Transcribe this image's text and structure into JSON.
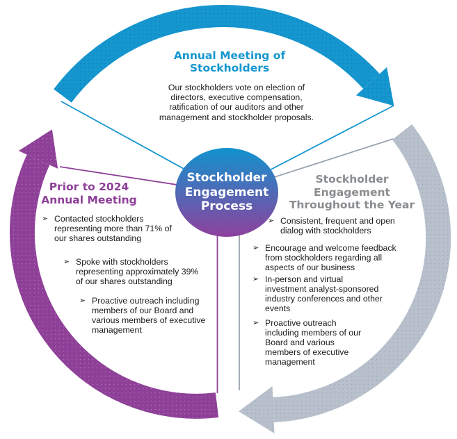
{
  "diagram_title": "Stockholder Engagement Process",
  "bullet_glyph": "➢",
  "colors": {
    "blue": "#1596CF",
    "purple": "#8E4098",
    "gray_band": "#B8C1CB",
    "gray_line": "#9AA3AC",
    "gray_heading": "#8A8D90",
    "body_text": "#1A1A1A",
    "circle_gradient_top": "#1193CE",
    "circle_gradient_bottom": "#8F419E"
  },
  "center": {
    "label": "Stockholder\nEngagement\nProcess"
  },
  "sections": {
    "top": {
      "heading": "Annual Meeting of\nStockholders",
      "body": "Our stockholders vote on election of\ndirectors, executive compensation,\nratification of our auditors and other\nmanagement and stockholder proposals."
    },
    "left": {
      "heading": "Prior to 2024\nAnnual Meeting",
      "bullets": [
        {
          "text": "Contacted stockholders\nrepresenting more than 71% of\nour shares outstanding"
        },
        {
          "text": "Spoke with stockholders\nrepresenting approximately 39%\nof our shares outstanding"
        },
        {
          "text": "Proactive outreach including\nmembers of our Board and\nvarious members of executive\nmanagement"
        }
      ]
    },
    "right": {
      "heading": "Stockholder\nEngagement\nThroughout the Year",
      "bullets": [
        {
          "text": "Consistent, frequent and open\ndialog with stockholders"
        },
        {
          "text": "Encourage and welcome feedback\nfrom stockholders regarding all\naspects of our business"
        },
        {
          "text": "In-person and virtual\ninvestment analyst-sponsored\nindustry conferences and other\nevents"
        },
        {
          "text": "Proactive outreach\nincluding members of our\nBoard and various\nmembers of executive\nmanagement"
        }
      ]
    }
  }
}
